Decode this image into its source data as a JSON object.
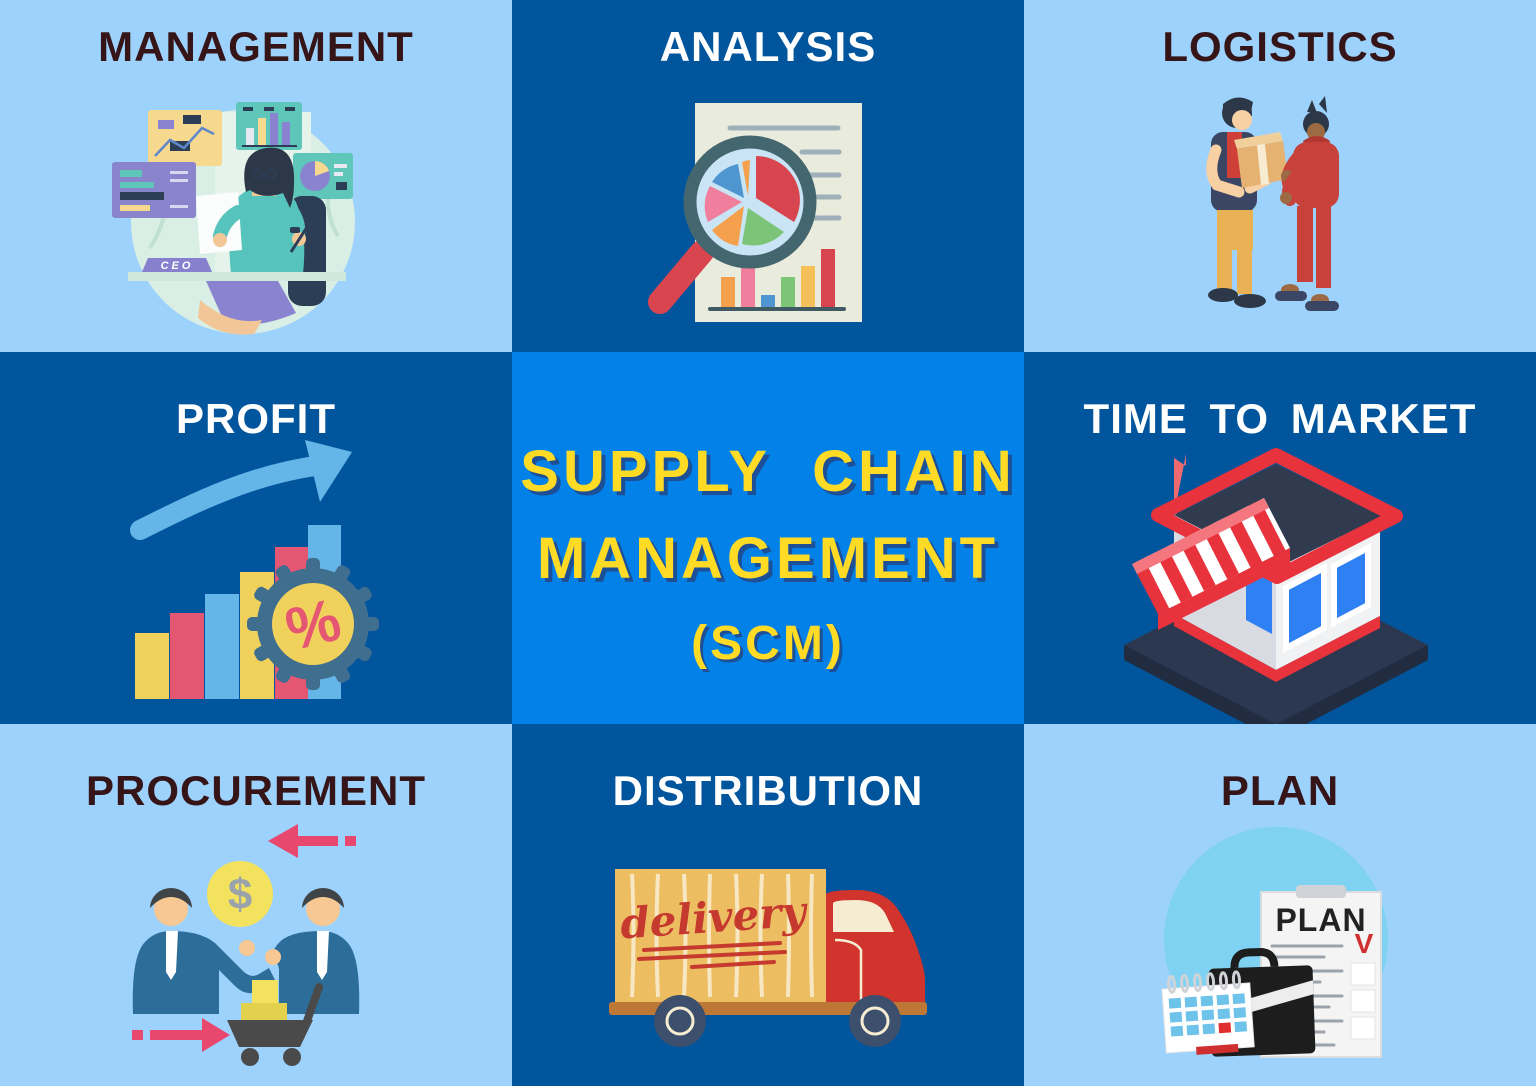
{
  "page": {
    "title": "Supply Chain Management (SCM) infographic"
  },
  "colors": {
    "light_cell_bg": "#9DD2FC",
    "dark_cell_bg": "#00559D",
    "center_cell_bg": "#0282E8",
    "light_cell_title": "#351517",
    "dark_cell_title": "#FFFFFF",
    "center_title": "#FFDB25",
    "center_title_shadow": "#1D4F96"
  },
  "cells": {
    "management": {
      "title": "MANAGEMENT"
    },
    "analysis": {
      "title": "ANALYSIS"
    },
    "logistics": {
      "title": "LOGISTICS"
    },
    "profit": {
      "title": "PROFIT"
    },
    "center": {
      "title_line1": "SUPPLY CHAIN",
      "title_line2": "MANAGEMENT",
      "title_line3": "(SCM)"
    },
    "time_to_market": {
      "title": "TIME TO MARKET"
    },
    "procurement": {
      "title": "PROCUREMENT"
    },
    "distribution": {
      "title": "DISTRIBUTION"
    },
    "plan": {
      "title": "PLAN"
    }
  },
  "illustration_text": {
    "management_desk_plate": "CEO",
    "profit_badge": "%",
    "procurement_coin": "$",
    "distribution_truck": "delivery",
    "plan_clipboard_title": "PLAN",
    "plan_clipboard_check": "V"
  }
}
